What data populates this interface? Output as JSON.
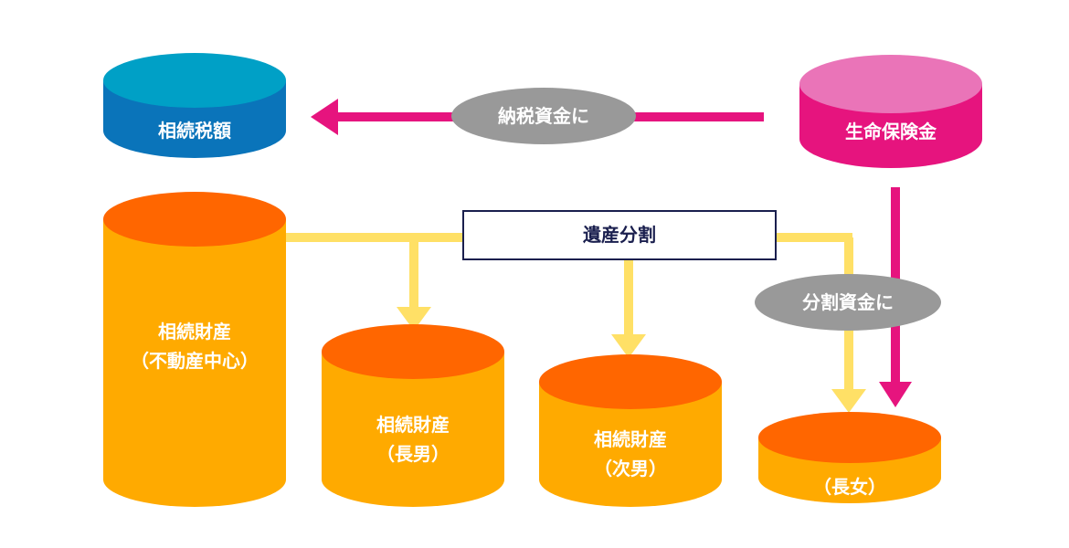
{
  "colors": {
    "blue_top": "#00a0c6",
    "blue_body": "#0a74ba",
    "pink_top": "#ea74b8",
    "pink_body": "#e6147e",
    "orange_top": "#ff6600",
    "orange_body": "#ffaa00",
    "yellow_line": "#ffe066",
    "gray_ellipse": "#999999",
    "navy_border": "#1a1f4e"
  },
  "nodes": {
    "tax_amount": {
      "label": "相続税額"
    },
    "life_insurance": {
      "label": "生命保険金"
    },
    "estate_main": {
      "line1": "相続財産",
      "line2": "（不動産中心）"
    },
    "eldest_son": {
      "line1": "相続財産",
      "line2": "（長男）"
    },
    "second_son": {
      "line1": "相続財産",
      "line2": "（次男）"
    },
    "eldest_daughter": {
      "line1": "（長女）"
    }
  },
  "labels": {
    "tax_funds": "納税資金に",
    "division": "遺産分割",
    "split_funds": "分割資金に"
  }
}
